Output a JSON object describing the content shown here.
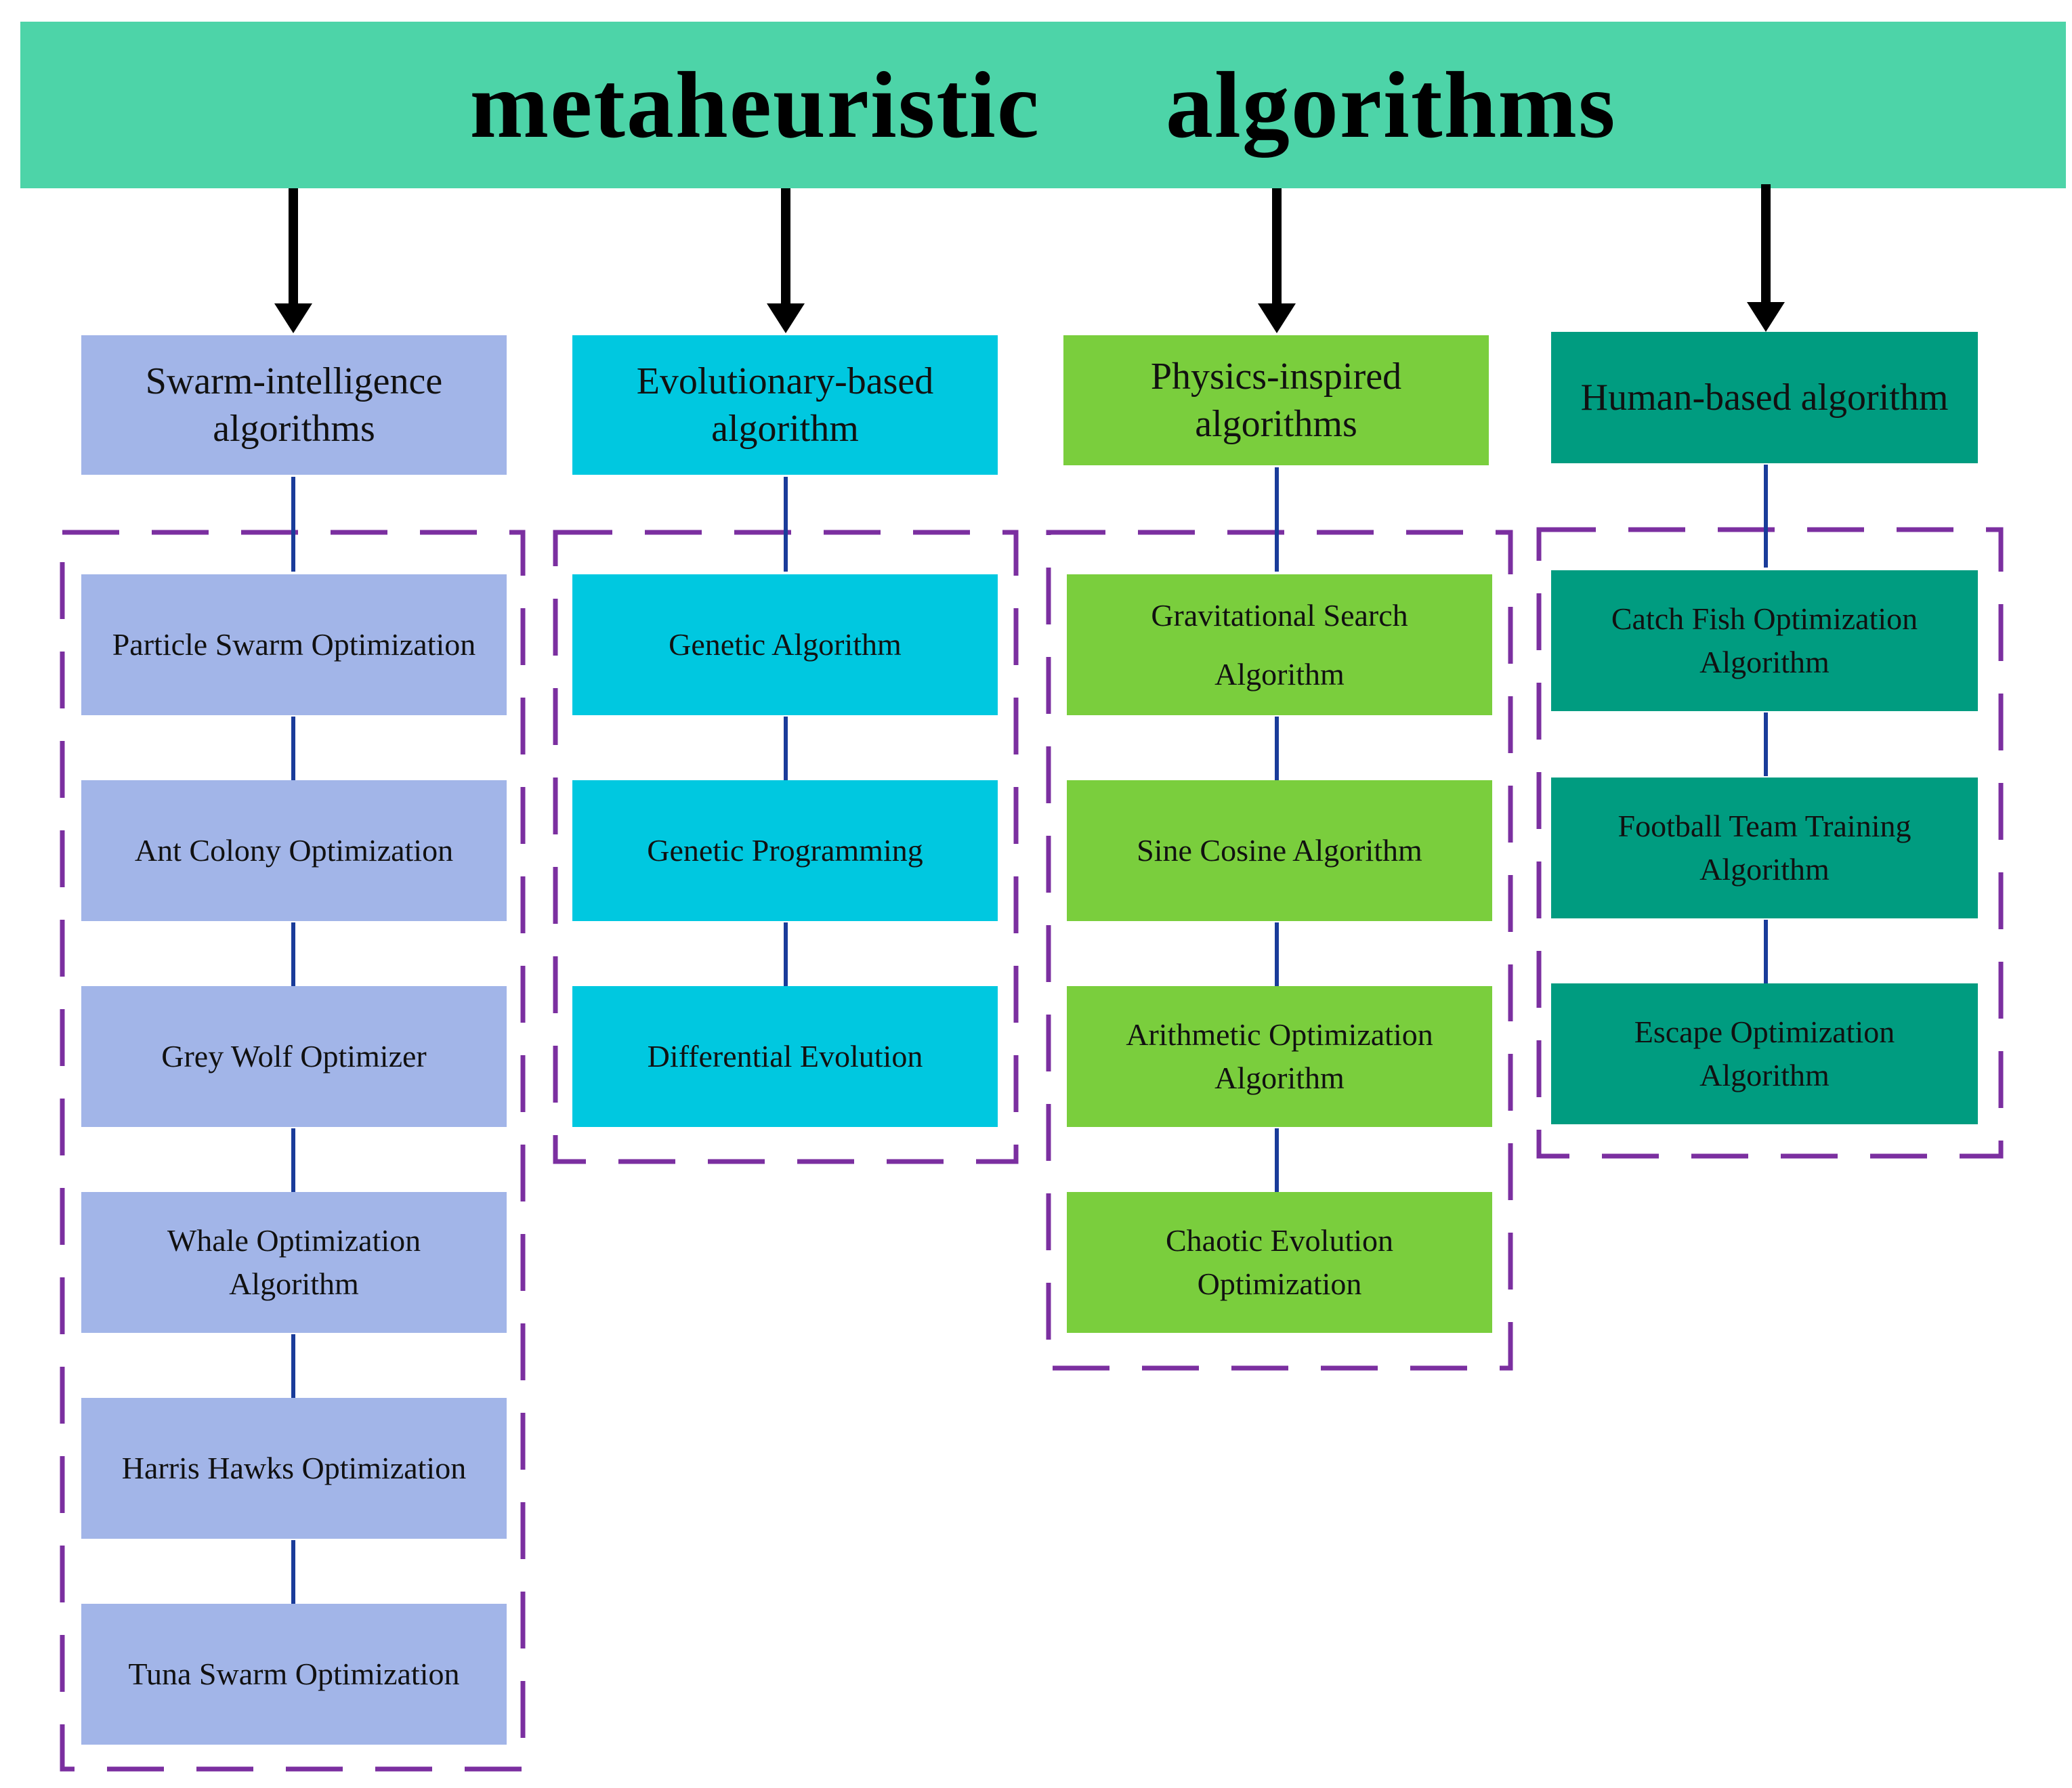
{
  "title": "metaheuristic     algorithms",
  "colors": {
    "banner": "#4dd4a8",
    "swarm": "#a2b5e8",
    "evolutionary": "#00c8e0",
    "physics": "#7ace3d",
    "human": "#009c80",
    "connector": "#1a3c9a",
    "dashed_frame": "#7b2fa0",
    "arrow": "#000000"
  },
  "categories": [
    {
      "label": "Swarm-intelligence algorithms",
      "items": [
        "Particle Swarm Optimization",
        "Ant Colony Optimization",
        "Grey Wolf Optimizer",
        "Whale Optimization Algorithm",
        "Harris Hawks Optimization",
        "Tuna Swarm Optimization"
      ]
    },
    {
      "label": "Evolutionary-based algorithm",
      "items": [
        "Genetic Algorithm",
        "Genetic Programming",
        "Differential Evolution"
      ]
    },
    {
      "label": "Physics-inspired algorithms",
      "items": [
        "Gravitational Search Algorithm",
        "Sine Cosine Algorithm",
        "Arithmetic Optimization Algorithm",
        "Chaotic Evolution Optimization"
      ]
    },
    {
      "label": "Human-based algorithm",
      "items": [
        "Catch Fish Optimization Algorithm",
        "Football Team Training Algorithm",
        "Escape Optimization Algorithm"
      ]
    }
  ]
}
